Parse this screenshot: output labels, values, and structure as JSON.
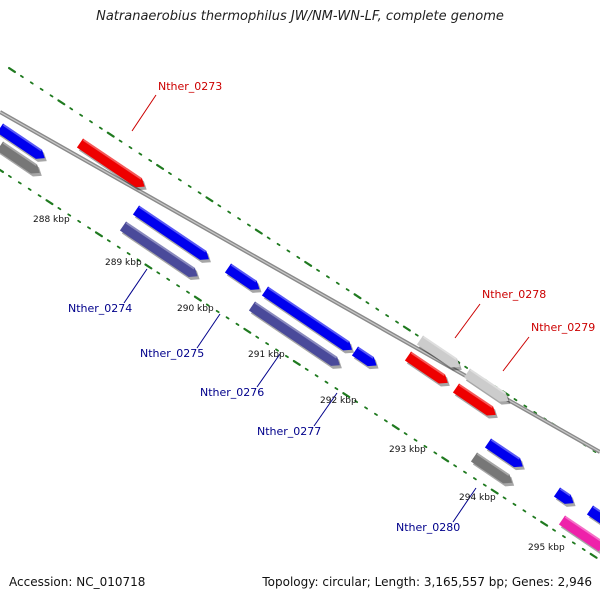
{
  "title": "Natranaerobius thermophilus JW/NM-WN-LF, complete genome",
  "accession": "Accession: NC_010718",
  "topology": "Topology: circular; Length: 3,165,557 bp; Genes: 2,946",
  "colors": {
    "backbone": "#8a8a8a",
    "tick": "#1f7a1f",
    "forward_gene": "#0000ee",
    "reverse_gene": "#4a4a9a",
    "highlight_gene": "#ee0000",
    "pseudo_gene": "#777777",
    "rna_gene": "#cccccc",
    "other_gene": "#ee22aa",
    "label_blue": "#00008b",
    "label_red": "#cc0000"
  },
  "kbp_labels": [
    "288 kbp",
    "289 kbp",
    "290 kbp",
    "291 kbp",
    "292 kbp",
    "293 kbp",
    "294 kbp",
    "295 kbp"
  ],
  "gene_labels": [
    {
      "text": "Nther_0273",
      "color": "red"
    },
    {
      "text": "Nther_0274",
      "color": "blue"
    },
    {
      "text": "Nther_0275",
      "color": "blue"
    },
    {
      "text": "Nther_0276",
      "color": "blue"
    },
    {
      "text": "Nther_0277",
      "color": "blue"
    },
    {
      "text": "Nther_0278",
      "color": "red"
    },
    {
      "text": "Nther_0279",
      "color": "red"
    },
    {
      "text": "Nther_0280",
      "color": "blue"
    }
  ]
}
